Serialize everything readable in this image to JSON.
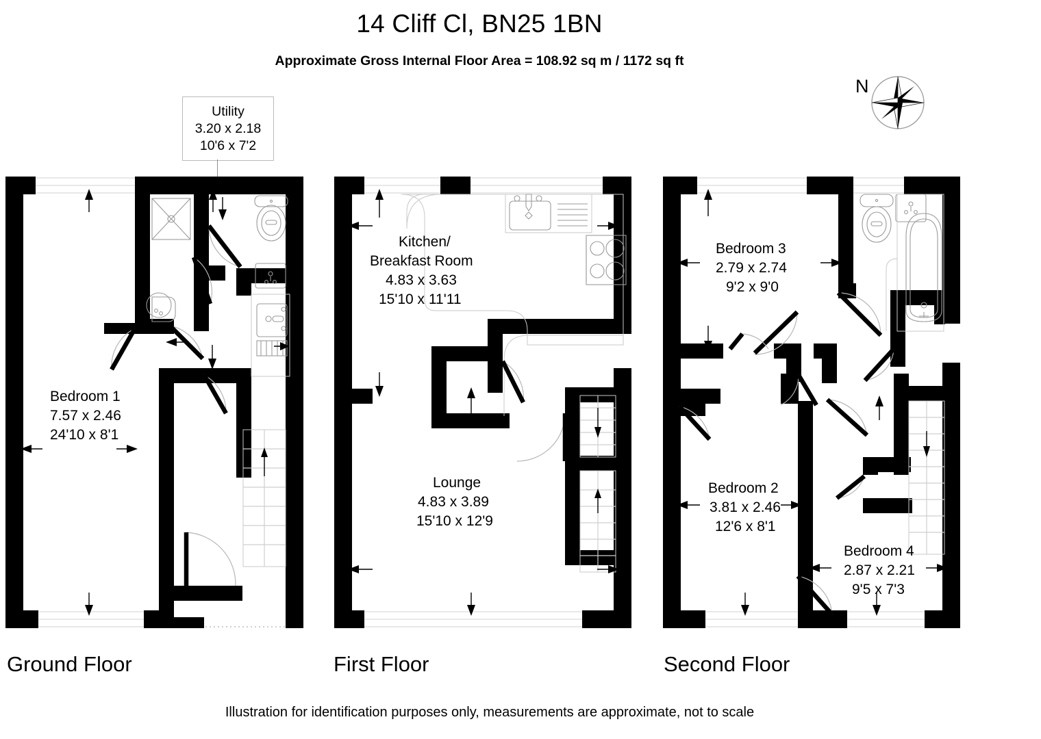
{
  "header": {
    "title": "14 Cliff Cl, BN25 1BN",
    "subtitle": "Approximate Gross Internal Floor Area = 108.92 sq m / 1172 sq ft"
  },
  "compass": {
    "north_label": "N",
    "icon": "compass-rose-icon"
  },
  "callout": {
    "utility": {
      "name": "Utility",
      "metric": "3.20 x 2.18",
      "imperial": "10'6 x 7'2"
    }
  },
  "floors": [
    {
      "id": "ground",
      "caption": "Ground Floor",
      "rooms": [
        {
          "name": "Bedroom 1",
          "metric": "7.57 x 2.46",
          "imperial": "24'10 x 8'1"
        }
      ],
      "fixtures": [
        "shower-tray",
        "wc-toilet",
        "wash-basin",
        "wash-basin-2",
        "washing-machine",
        "radiator",
        "staircase-up"
      ]
    },
    {
      "id": "first",
      "caption": "First Floor",
      "rooms": [
        {
          "name": "Kitchen/",
          "name2": "Breakfast Room",
          "metric": "4.83 x 3.63",
          "imperial": "15'10 x 11'11"
        },
        {
          "name": "Lounge",
          "metric": "4.83 x 3.89",
          "imperial": "15'10 x 12'9"
        }
      ],
      "fixtures": [
        "kitchen-sink",
        "hob-cooker",
        "worktop",
        "staircase-down",
        "staircase-up"
      ]
    },
    {
      "id": "second",
      "caption": "Second Floor",
      "rooms": [
        {
          "name": "Bedroom 3",
          "metric": "2.79 x 2.74",
          "imperial": "9'2 x 9'0"
        },
        {
          "name": "Bedroom 2",
          "metric": "3.81 x 2.46",
          "imperial": "12'6 x 8'1"
        },
        {
          "name": "Bedroom 4",
          "metric": "2.87 x 2.21",
          "imperial": "9'5 x 7'3"
        }
      ],
      "fixtures": [
        "wc-toilet",
        "wash-basin",
        "bathtub",
        "staircase-down"
      ]
    }
  ],
  "footer": {
    "disclaimer": "Illustration for identification purposes only, measurements are approximate, not to scale"
  },
  "colors": {
    "wall": "#000000",
    "background": "#ffffff",
    "fixture_outline": "#9a9a9a",
    "stair_line": "#cfcfcf",
    "door_swing": "#b5b5b5"
  }
}
